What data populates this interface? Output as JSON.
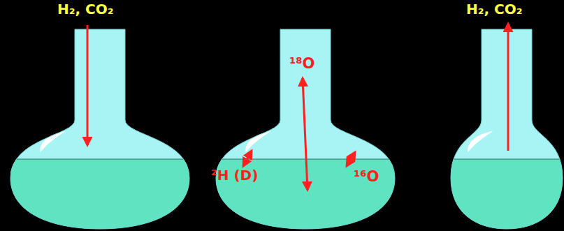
{
  "diagram": {
    "labels": [
      "H₂, CO₂",
      "H₂, CO₂",
      "¹⁸O",
      "²H (D)",
      "¹⁶O"
    ]
  }
}
